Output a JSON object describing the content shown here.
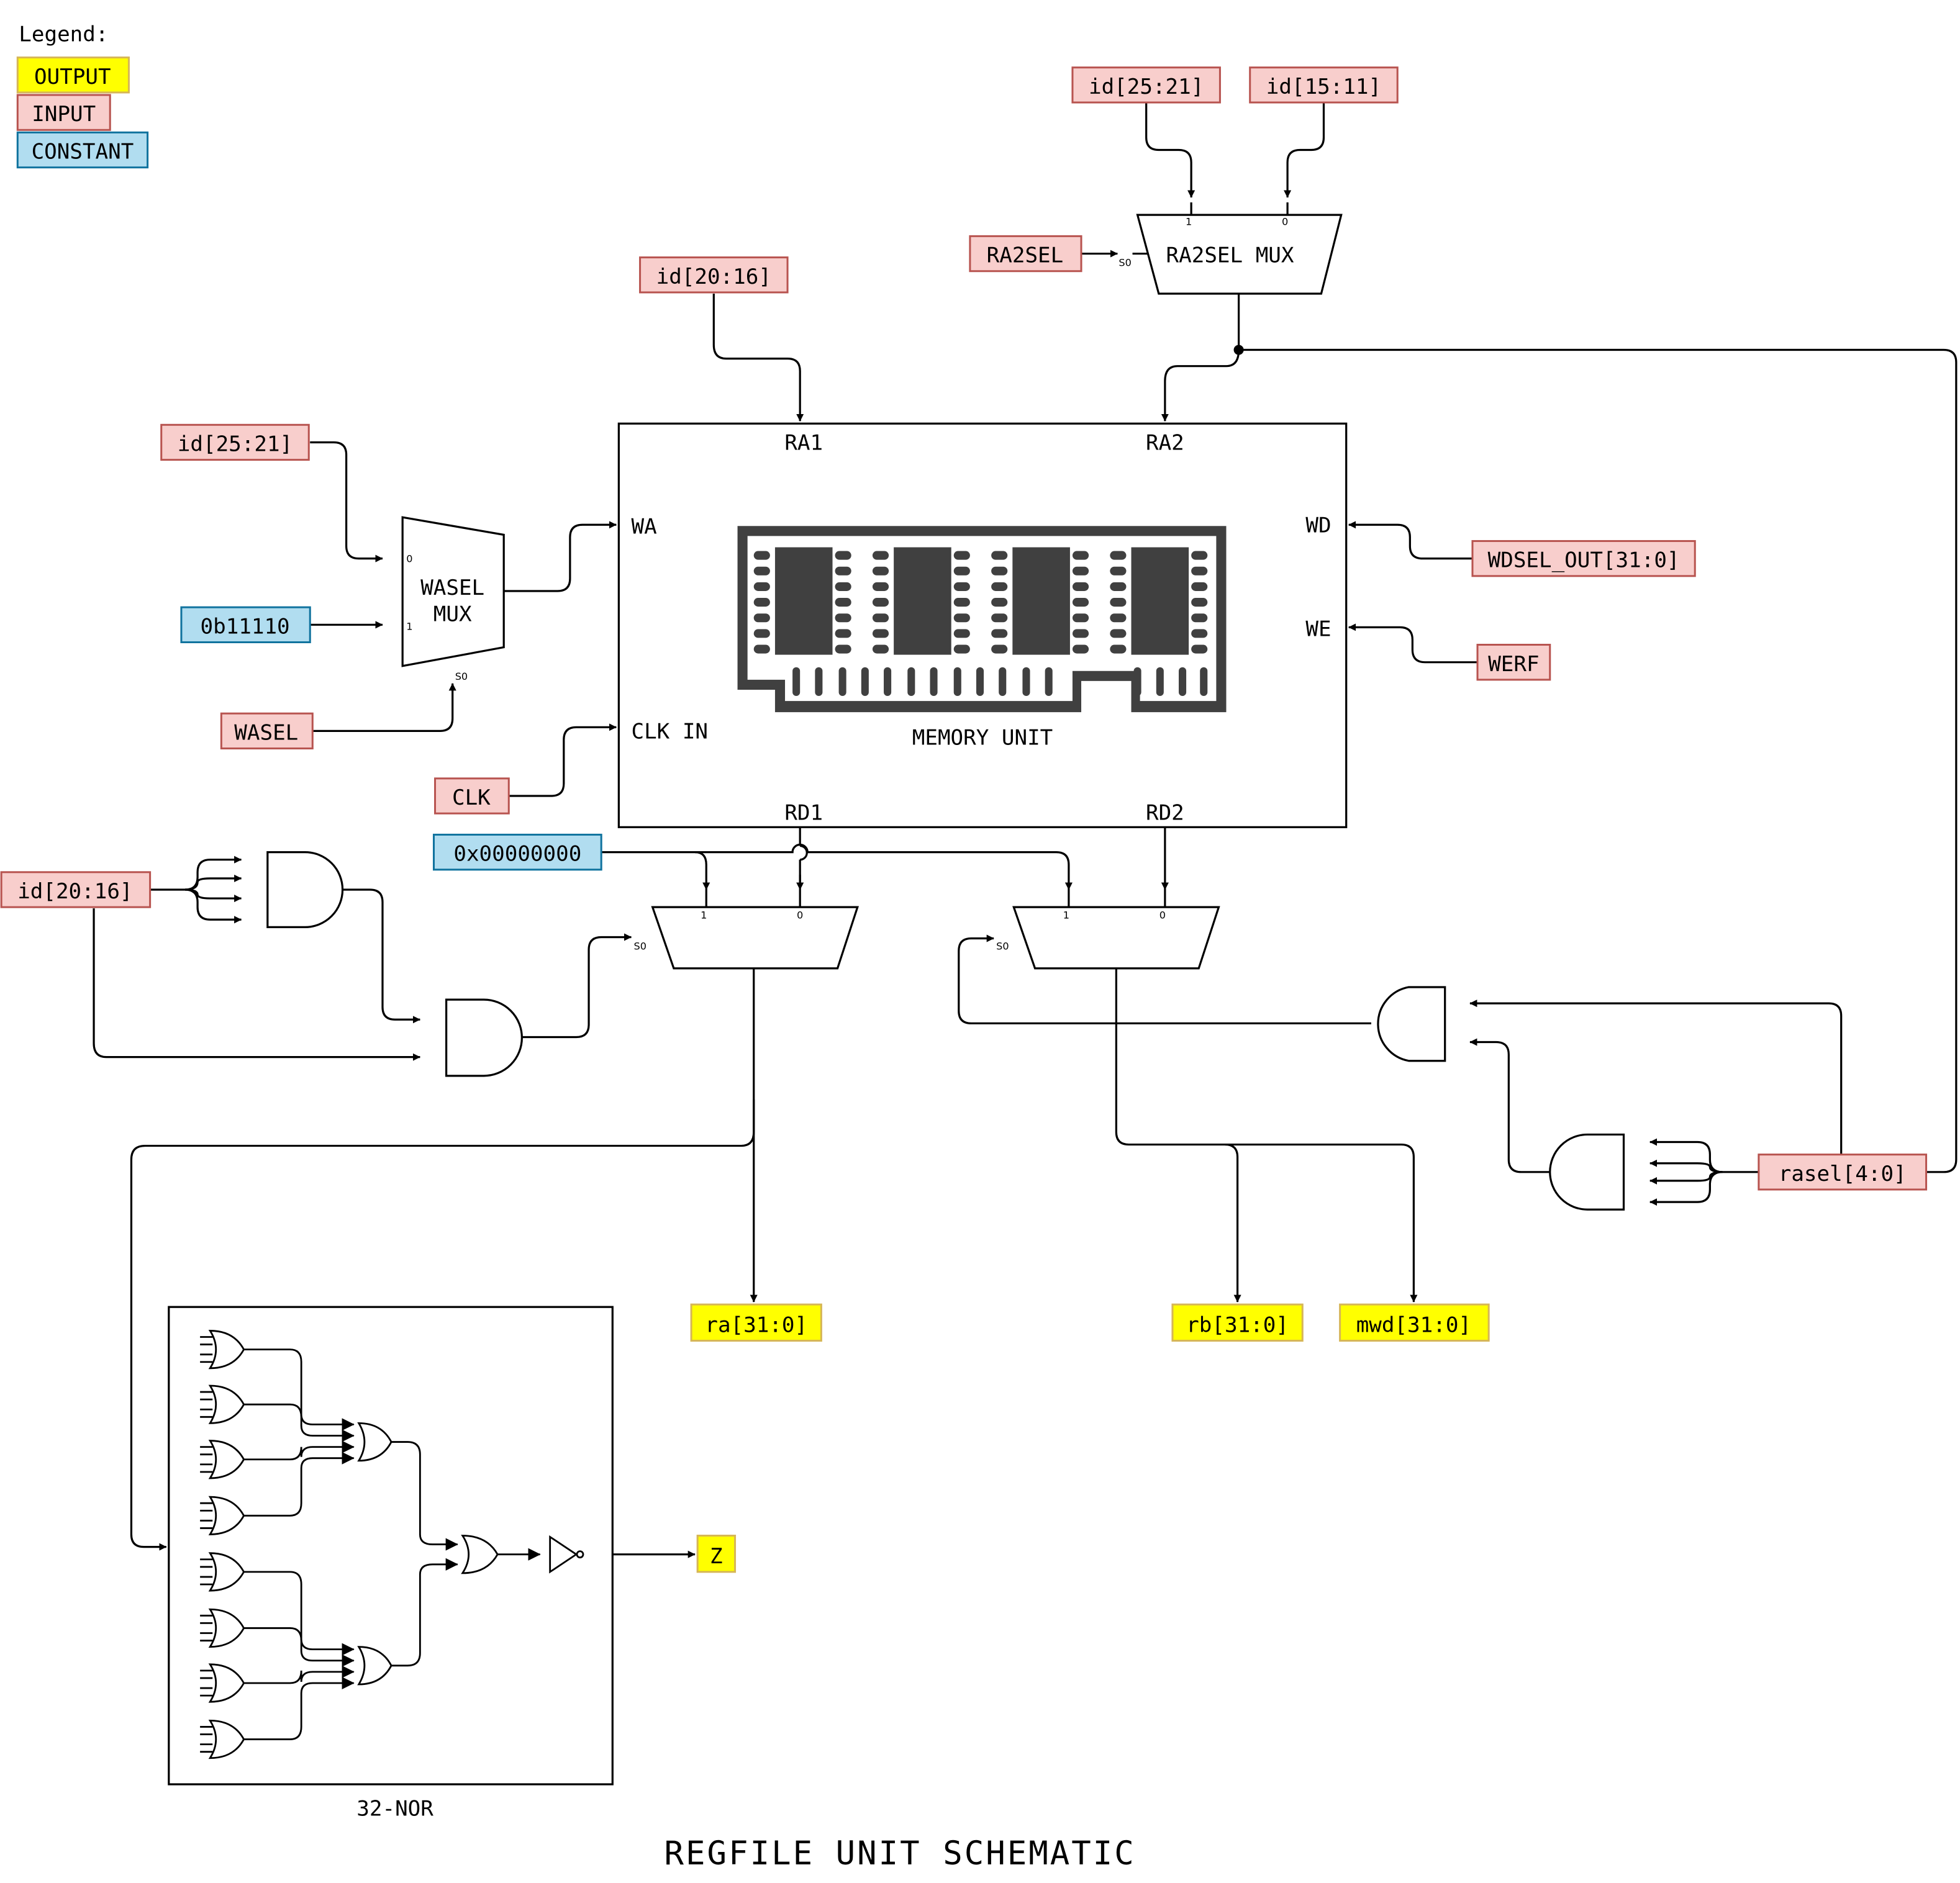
{
  "title": "REGFILE UNIT SCHEMATIC",
  "legend": {
    "heading": "Legend:",
    "output": "OUTPUT",
    "input": "INPUT",
    "constant": "CONSTANT"
  },
  "colors": {
    "output_fill": "#ffff00",
    "output_stroke": "#d6b656",
    "input_fill": "#f8cecc",
    "input_stroke": "#b85450",
    "constant_fill": "#b1ddf0",
    "constant_stroke": "#10739e",
    "chip": "#404040"
  },
  "inputs": {
    "ra2_a": "id[25:21]",
    "ra2_b": "id[15:11]",
    "ra2sel": "RA2SEL",
    "ra1_addr": "id[20:16]",
    "wa_a": "id[25:21]",
    "wasel": "WASEL",
    "clk": "CLK",
    "wdsel": "WDSEL_OUT[31:0]",
    "werf": "WERF",
    "r31_check": "id[20:16]",
    "rasel": "rasel[4:0]"
  },
  "constants": {
    "wa_const": "0b11110",
    "zero": "0x00000000"
  },
  "outputs": {
    "ra": "ra[31:0]",
    "rb": "rb[31:0]",
    "mwd": "mwd[31:0]",
    "z": "Z"
  },
  "memory": {
    "ra1": "RA1",
    "ra2": "RA2",
    "wa": "WA",
    "wd": "WD",
    "we": "WE",
    "clk_in": "CLK IN",
    "rd1": "RD1",
    "rd2": "RD2",
    "name": "MEMORY UNIT"
  },
  "muxes": {
    "ra2sel": "RA2SEL MUX",
    "wasel_l1": "WASEL",
    "wasel_l2": "MUX",
    "in1": "1",
    "in0": "0",
    "sel": "S0"
  },
  "nor_block": "32-NOR"
}
